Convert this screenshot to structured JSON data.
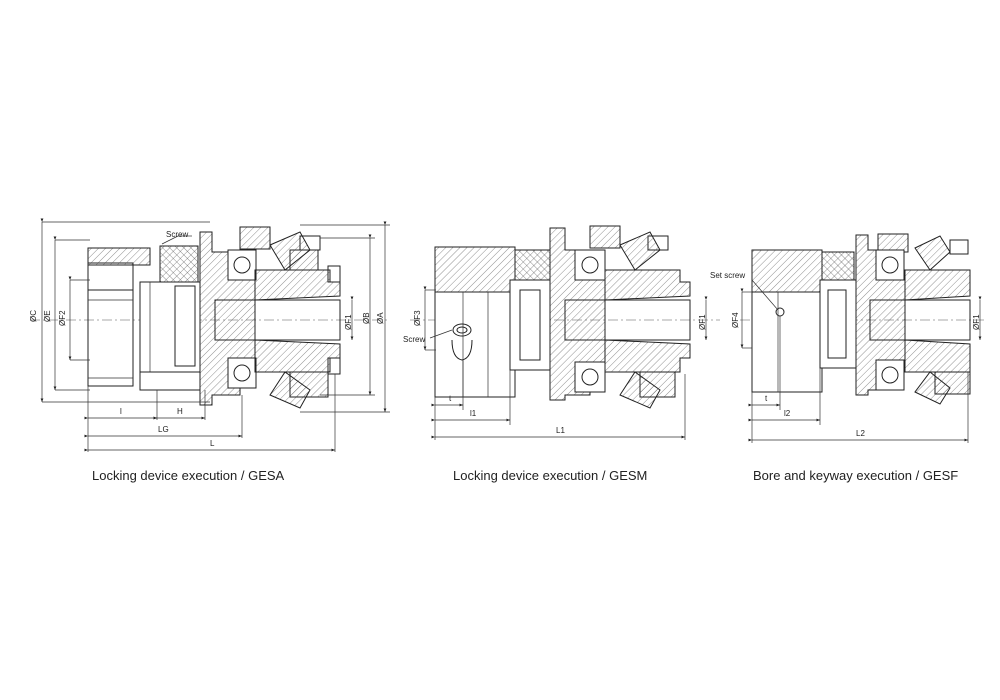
{
  "diagrams": [
    {
      "caption": "Locking device execution / GESA",
      "labels": {
        "screw": "Screw",
        "dC": "ØC",
        "dE": "ØE",
        "dF2": "ØF2",
        "dF1": "ØF1",
        "dB": "ØB",
        "dA": "ØA",
        "l": "l",
        "H": "H",
        "LG": "LG",
        "L": "L"
      }
    },
    {
      "caption": "Locking device execution / GESM",
      "labels": {
        "screw": "Screw",
        "dF3": "ØF3",
        "dF1": "ØF1",
        "t": "t",
        "l1": "l1",
        "L1": "L1"
      }
    },
    {
      "caption": "Bore and keyway execution / GESF",
      "labels": {
        "set_screw": "Set screw",
        "dF4": "ØF4",
        "dF1": "ØF1",
        "t": "t",
        "l2": "l2",
        "L2": "L2"
      }
    }
  ]
}
